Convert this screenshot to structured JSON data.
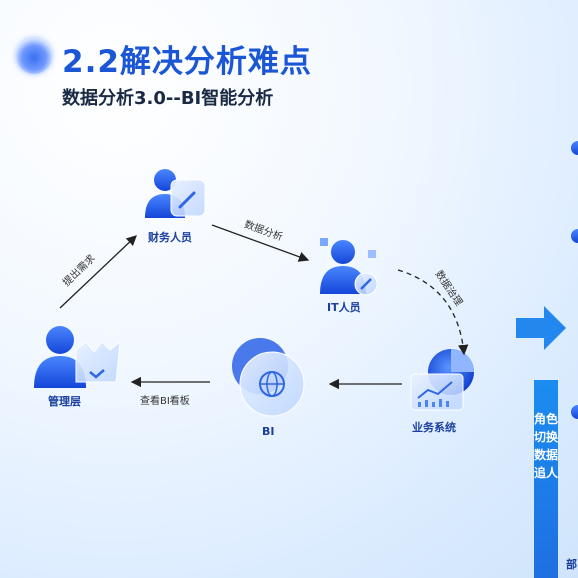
{
  "header": {
    "title": "2.2解决分析难点",
    "subtitle": "数据分析3.0--BI智能分析"
  },
  "nodes": {
    "finance": "财务人员",
    "it": "IT人员",
    "manager": "管理层",
    "bi": "BI",
    "business": "业务系统"
  },
  "edges": {
    "request": "提出需求",
    "analysis": "数据分析",
    "governance": "数据治理",
    "view_bi": "查看BI看板"
  },
  "side": {
    "vertical_text": "角色切换数据追人",
    "partial_text": "部"
  },
  "colors": {
    "title": "#1a56d6",
    "node_label": "#1a3fa0",
    "accent_blue": "#1f6fe0"
  }
}
